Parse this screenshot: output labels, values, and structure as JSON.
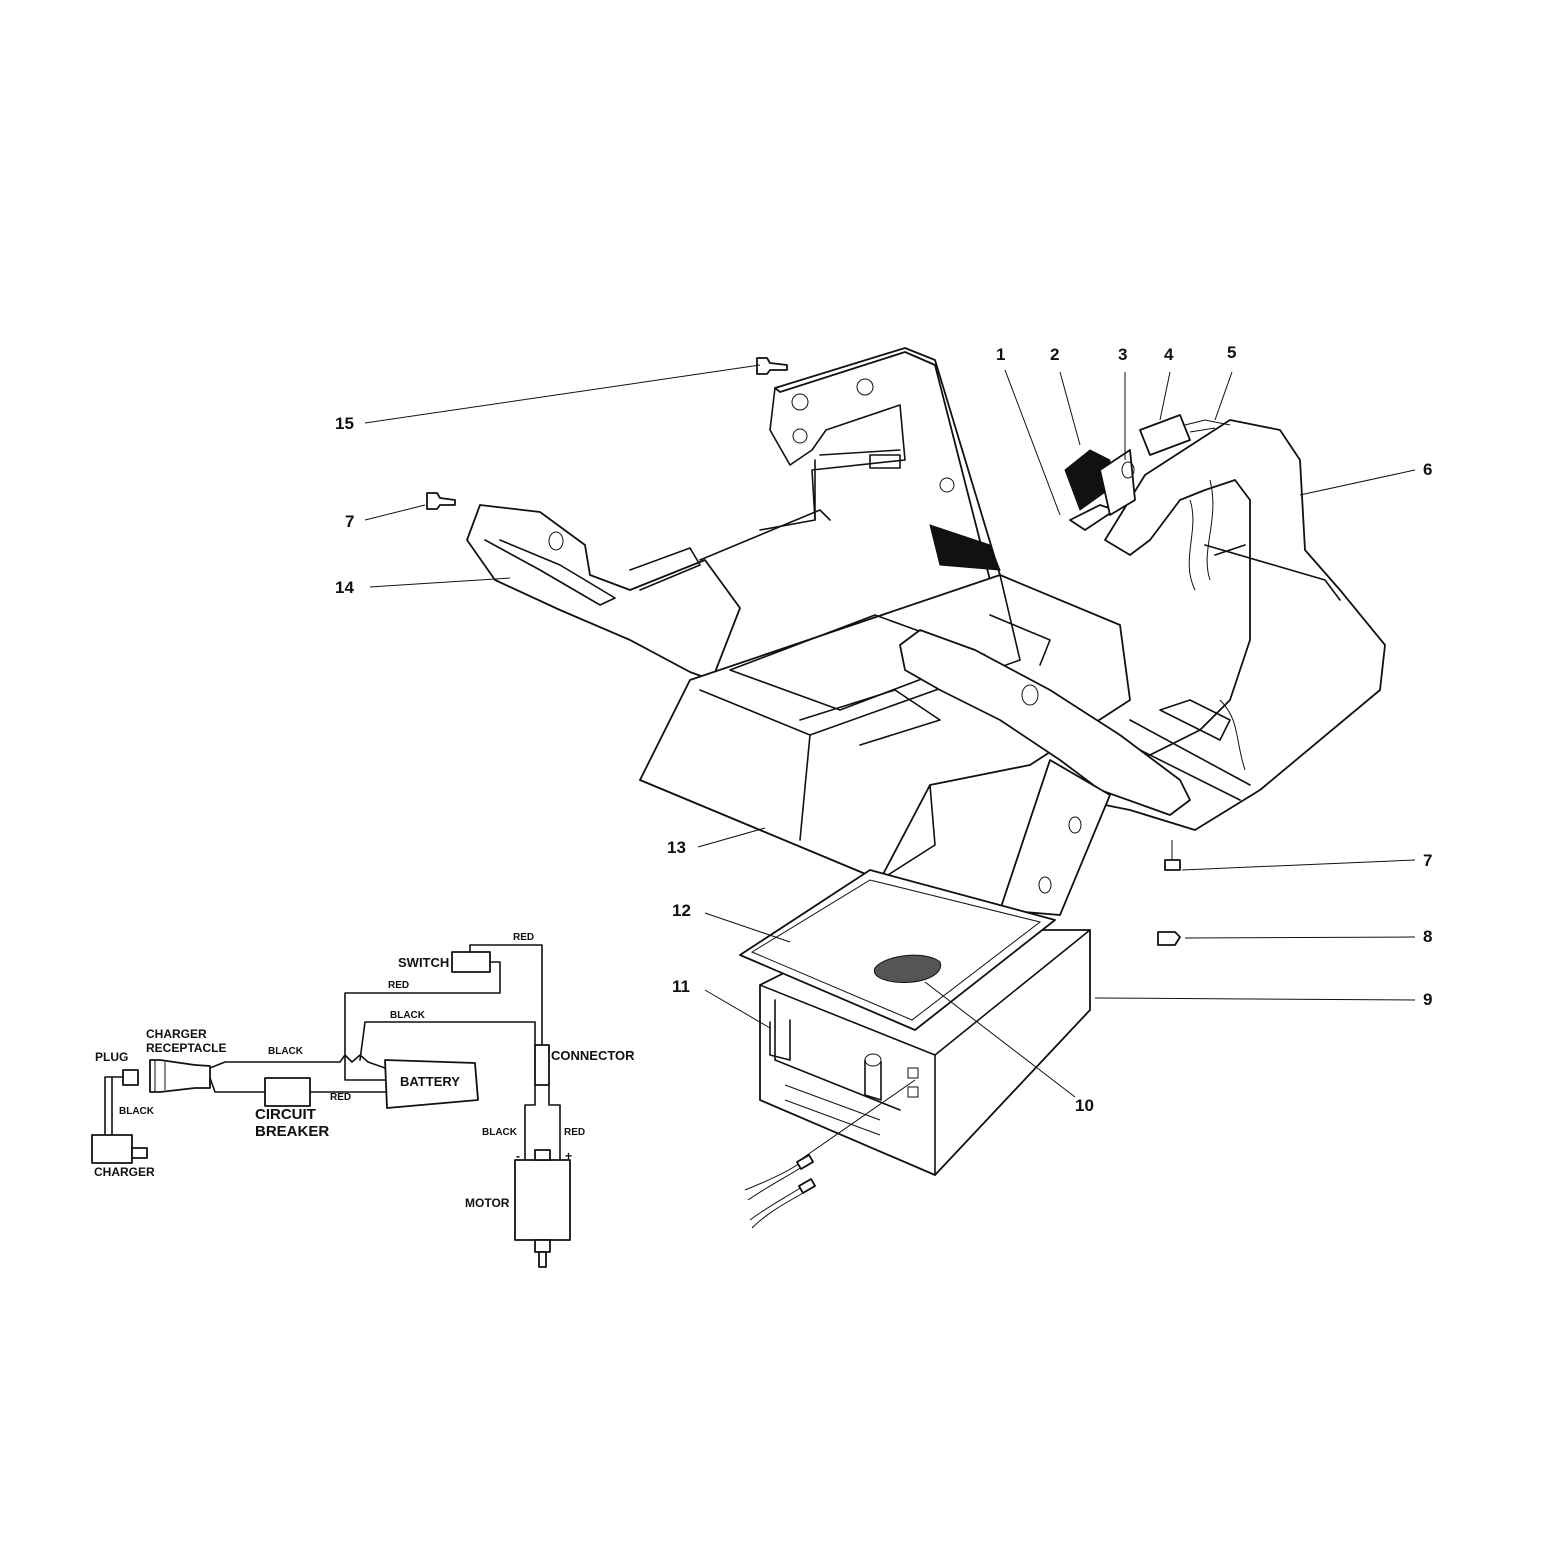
{
  "callouts": {
    "c1": "1",
    "c2": "2",
    "c3": "3",
    "c4": "4",
    "c5": "5",
    "c6": "6",
    "c7a": "7",
    "c7b": "7",
    "c8": "8",
    "c9": "9",
    "c10": "10",
    "c11": "11",
    "c12": "12",
    "c13": "13",
    "c14": "14",
    "c15": "15"
  },
  "wiring": {
    "switch": "SWITCH",
    "red_top": "RED",
    "red_mid": "RED",
    "black_mid": "BLACK",
    "charger_receptacle_1": "CHARGER",
    "charger_receptacle_2": "RECEPTACLE",
    "plug": "PLUG",
    "black_left": "BLACK",
    "black_plug": "BLACK",
    "battery": "BATTERY",
    "red_cb": "RED",
    "circuit": "CIRCUIT",
    "breaker": "BREAKER",
    "connector": "CONNECTOR",
    "charger": "CHARGER",
    "black_motor": "BLACK",
    "red_motor": "RED",
    "motor": "MOTOR",
    "minus": "-",
    "plus": "+"
  }
}
